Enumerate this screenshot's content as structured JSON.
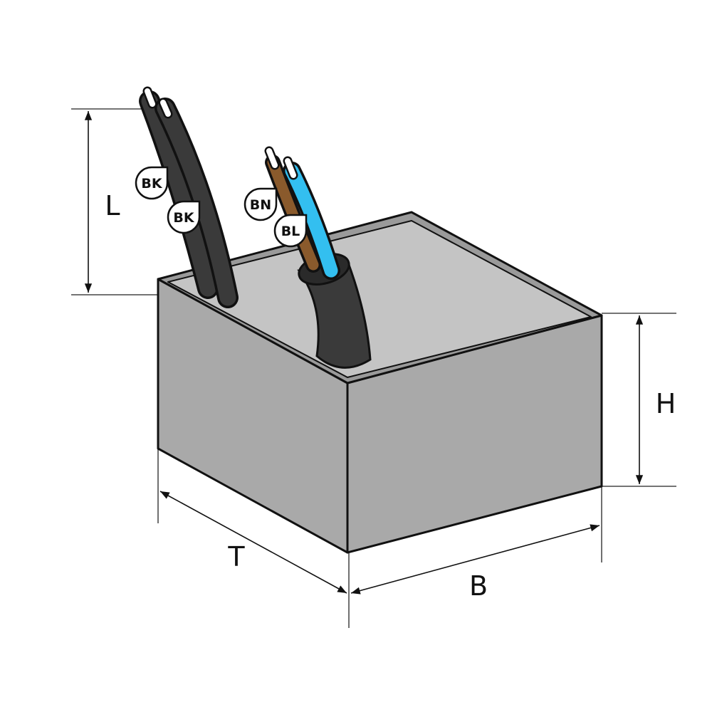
{
  "dimensions": {
    "length": "L",
    "height": "H",
    "depth": "T",
    "width": "B"
  },
  "wire_tags": [
    {
      "label": "BK",
      "wire": "black-1"
    },
    {
      "label": "BK",
      "wire": "black-2"
    },
    {
      "label": "BN",
      "wire": "brown"
    },
    {
      "label": "BL",
      "wire": "blue"
    }
  ],
  "colors": {
    "box_side": "#a9a9a9",
    "box_top": "#c4c4c4",
    "black_wire": "#3a3a3a",
    "brown_wire": "#8a5a2c",
    "blue_wire": "#33bff0"
  }
}
